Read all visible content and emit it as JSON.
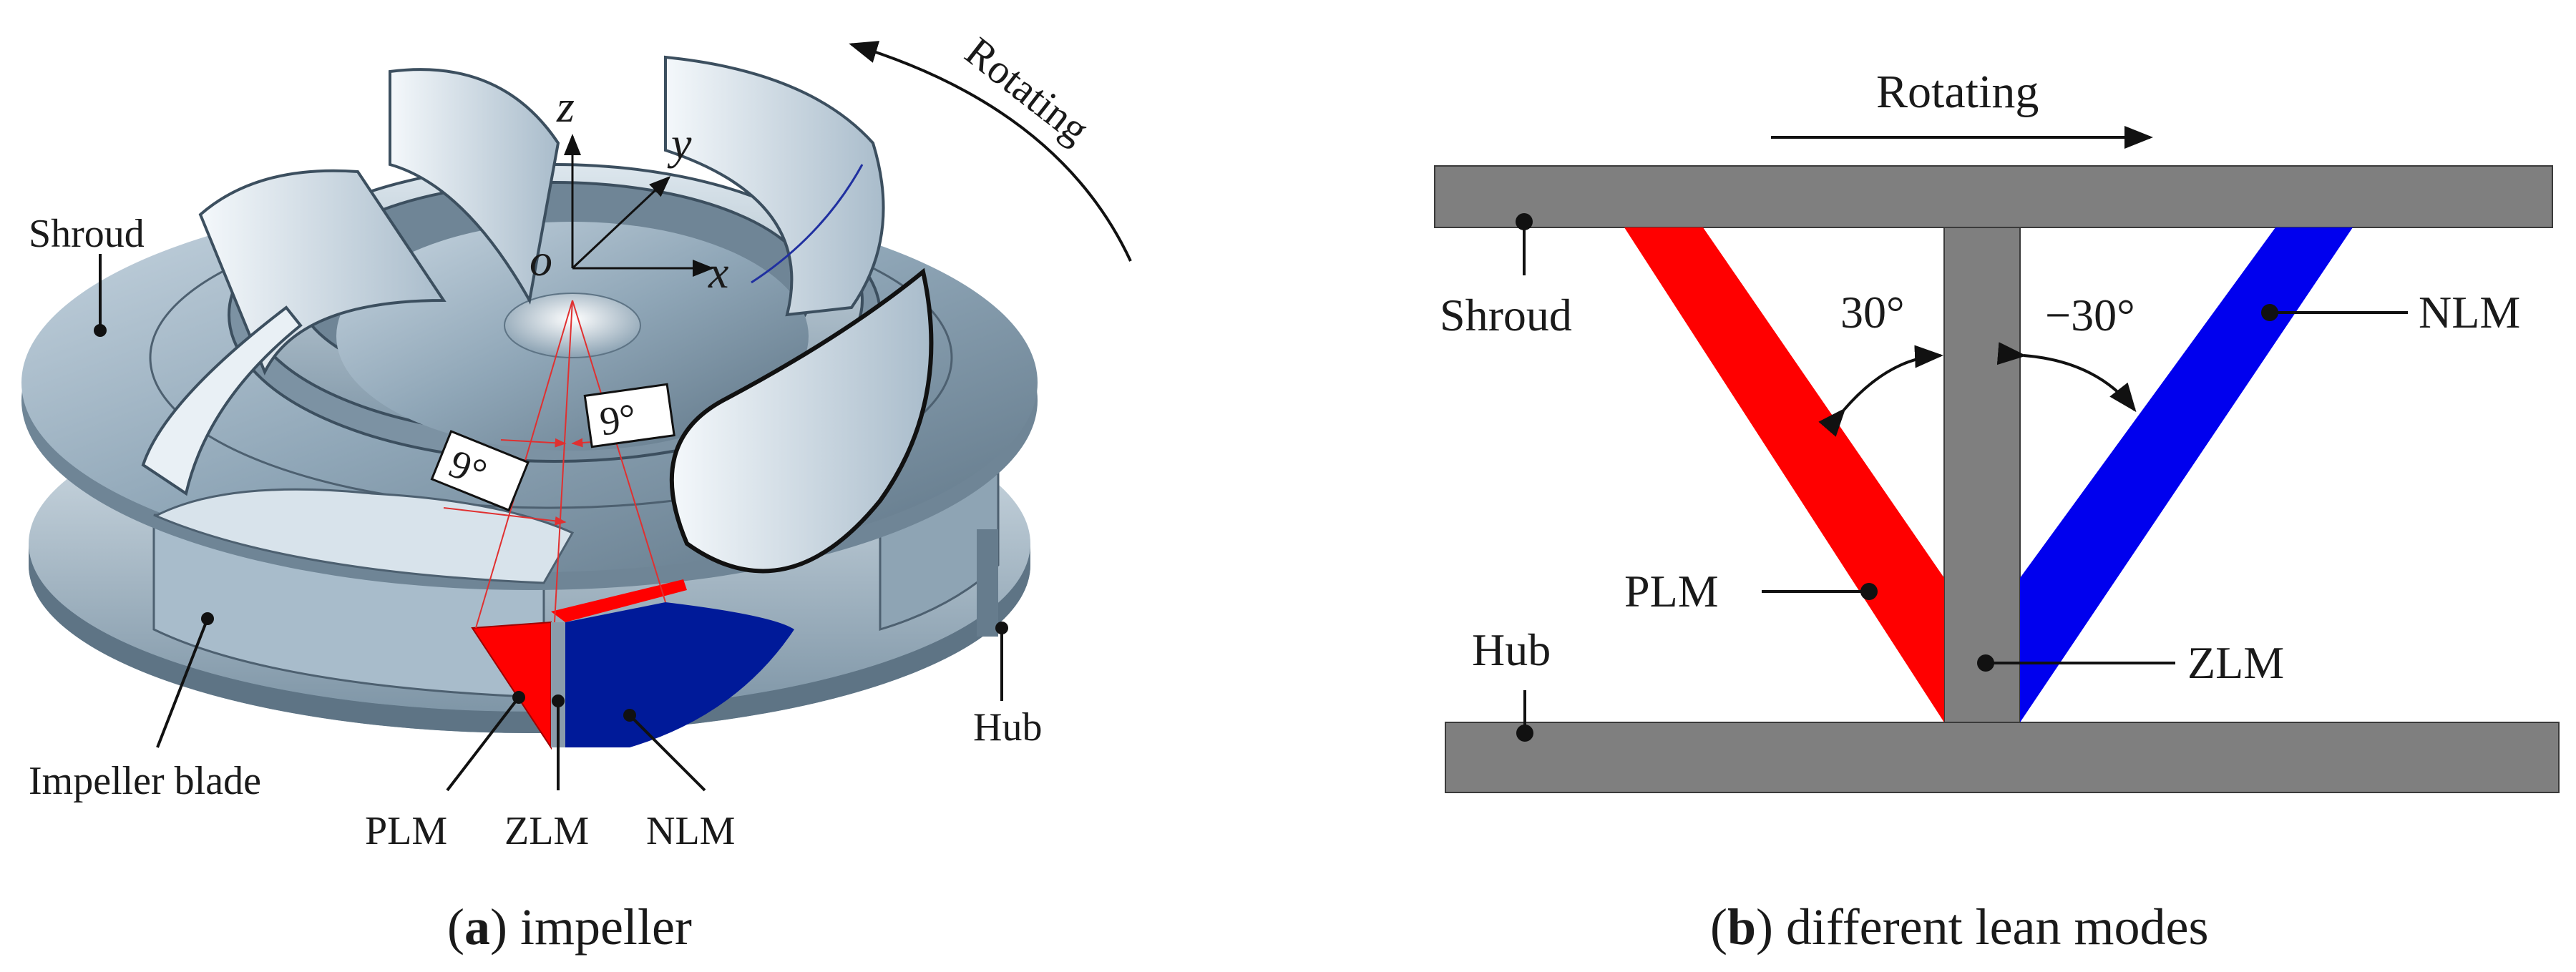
{
  "panel_a": {
    "caption_letter": "a",
    "caption_text": " impeller",
    "labels": {
      "shroud": "Shroud",
      "impeller_blade": "Impeller blade",
      "hub": "Hub",
      "plm": "PLM",
      "zlm": "ZLM",
      "nlm": "NLM",
      "rotating": "Rotating",
      "angle_left": "9°",
      "angle_right": "9°"
    },
    "axes": {
      "z": "z",
      "y": "y",
      "x": "x",
      "origin": "o"
    }
  },
  "panel_b": {
    "caption_letter": "b",
    "caption_text": " different lean modes",
    "labels": {
      "rotating": "Rotating",
      "shroud": "Shroud",
      "hub": "Hub",
      "plm": "PLM",
      "zlm": "ZLM",
      "nlm": "NLM",
      "angle_pos": "30°",
      "angle_neg": "−30°"
    }
  },
  "colors": {
    "plm": "#ff0000",
    "nlm": "#0000ee",
    "bar": "#7f7f7f",
    "metal": "#9fb4c4",
    "arrow_red": "#e03030"
  }
}
